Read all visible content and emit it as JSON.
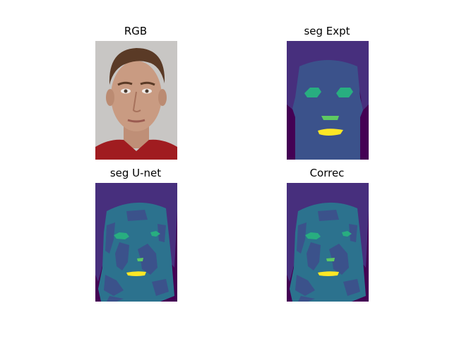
{
  "panels": [
    {
      "title": "RGB"
    },
    {
      "title": "seg Expt"
    },
    {
      "title": "seg U-net"
    },
    {
      "title": "Correc"
    }
  ],
  "colors": {
    "background": "#440154",
    "hair": "#472f7d",
    "skin": "#3b528b",
    "skin_alt": "#2c728e",
    "eyes": "#28ae80",
    "nose": "#5ec962",
    "lips": "#fde725",
    "photo_bg": "#c8c6c4",
    "photo_skin": "#c99b82",
    "photo_hair": "#5a3a26",
    "photo_shirt": "#a01c20"
  },
  "images": [
    "rgb-face-photo",
    "expert-segmentation-map",
    "unet-segmentation-map",
    "corrected-segmentation-map"
  ]
}
